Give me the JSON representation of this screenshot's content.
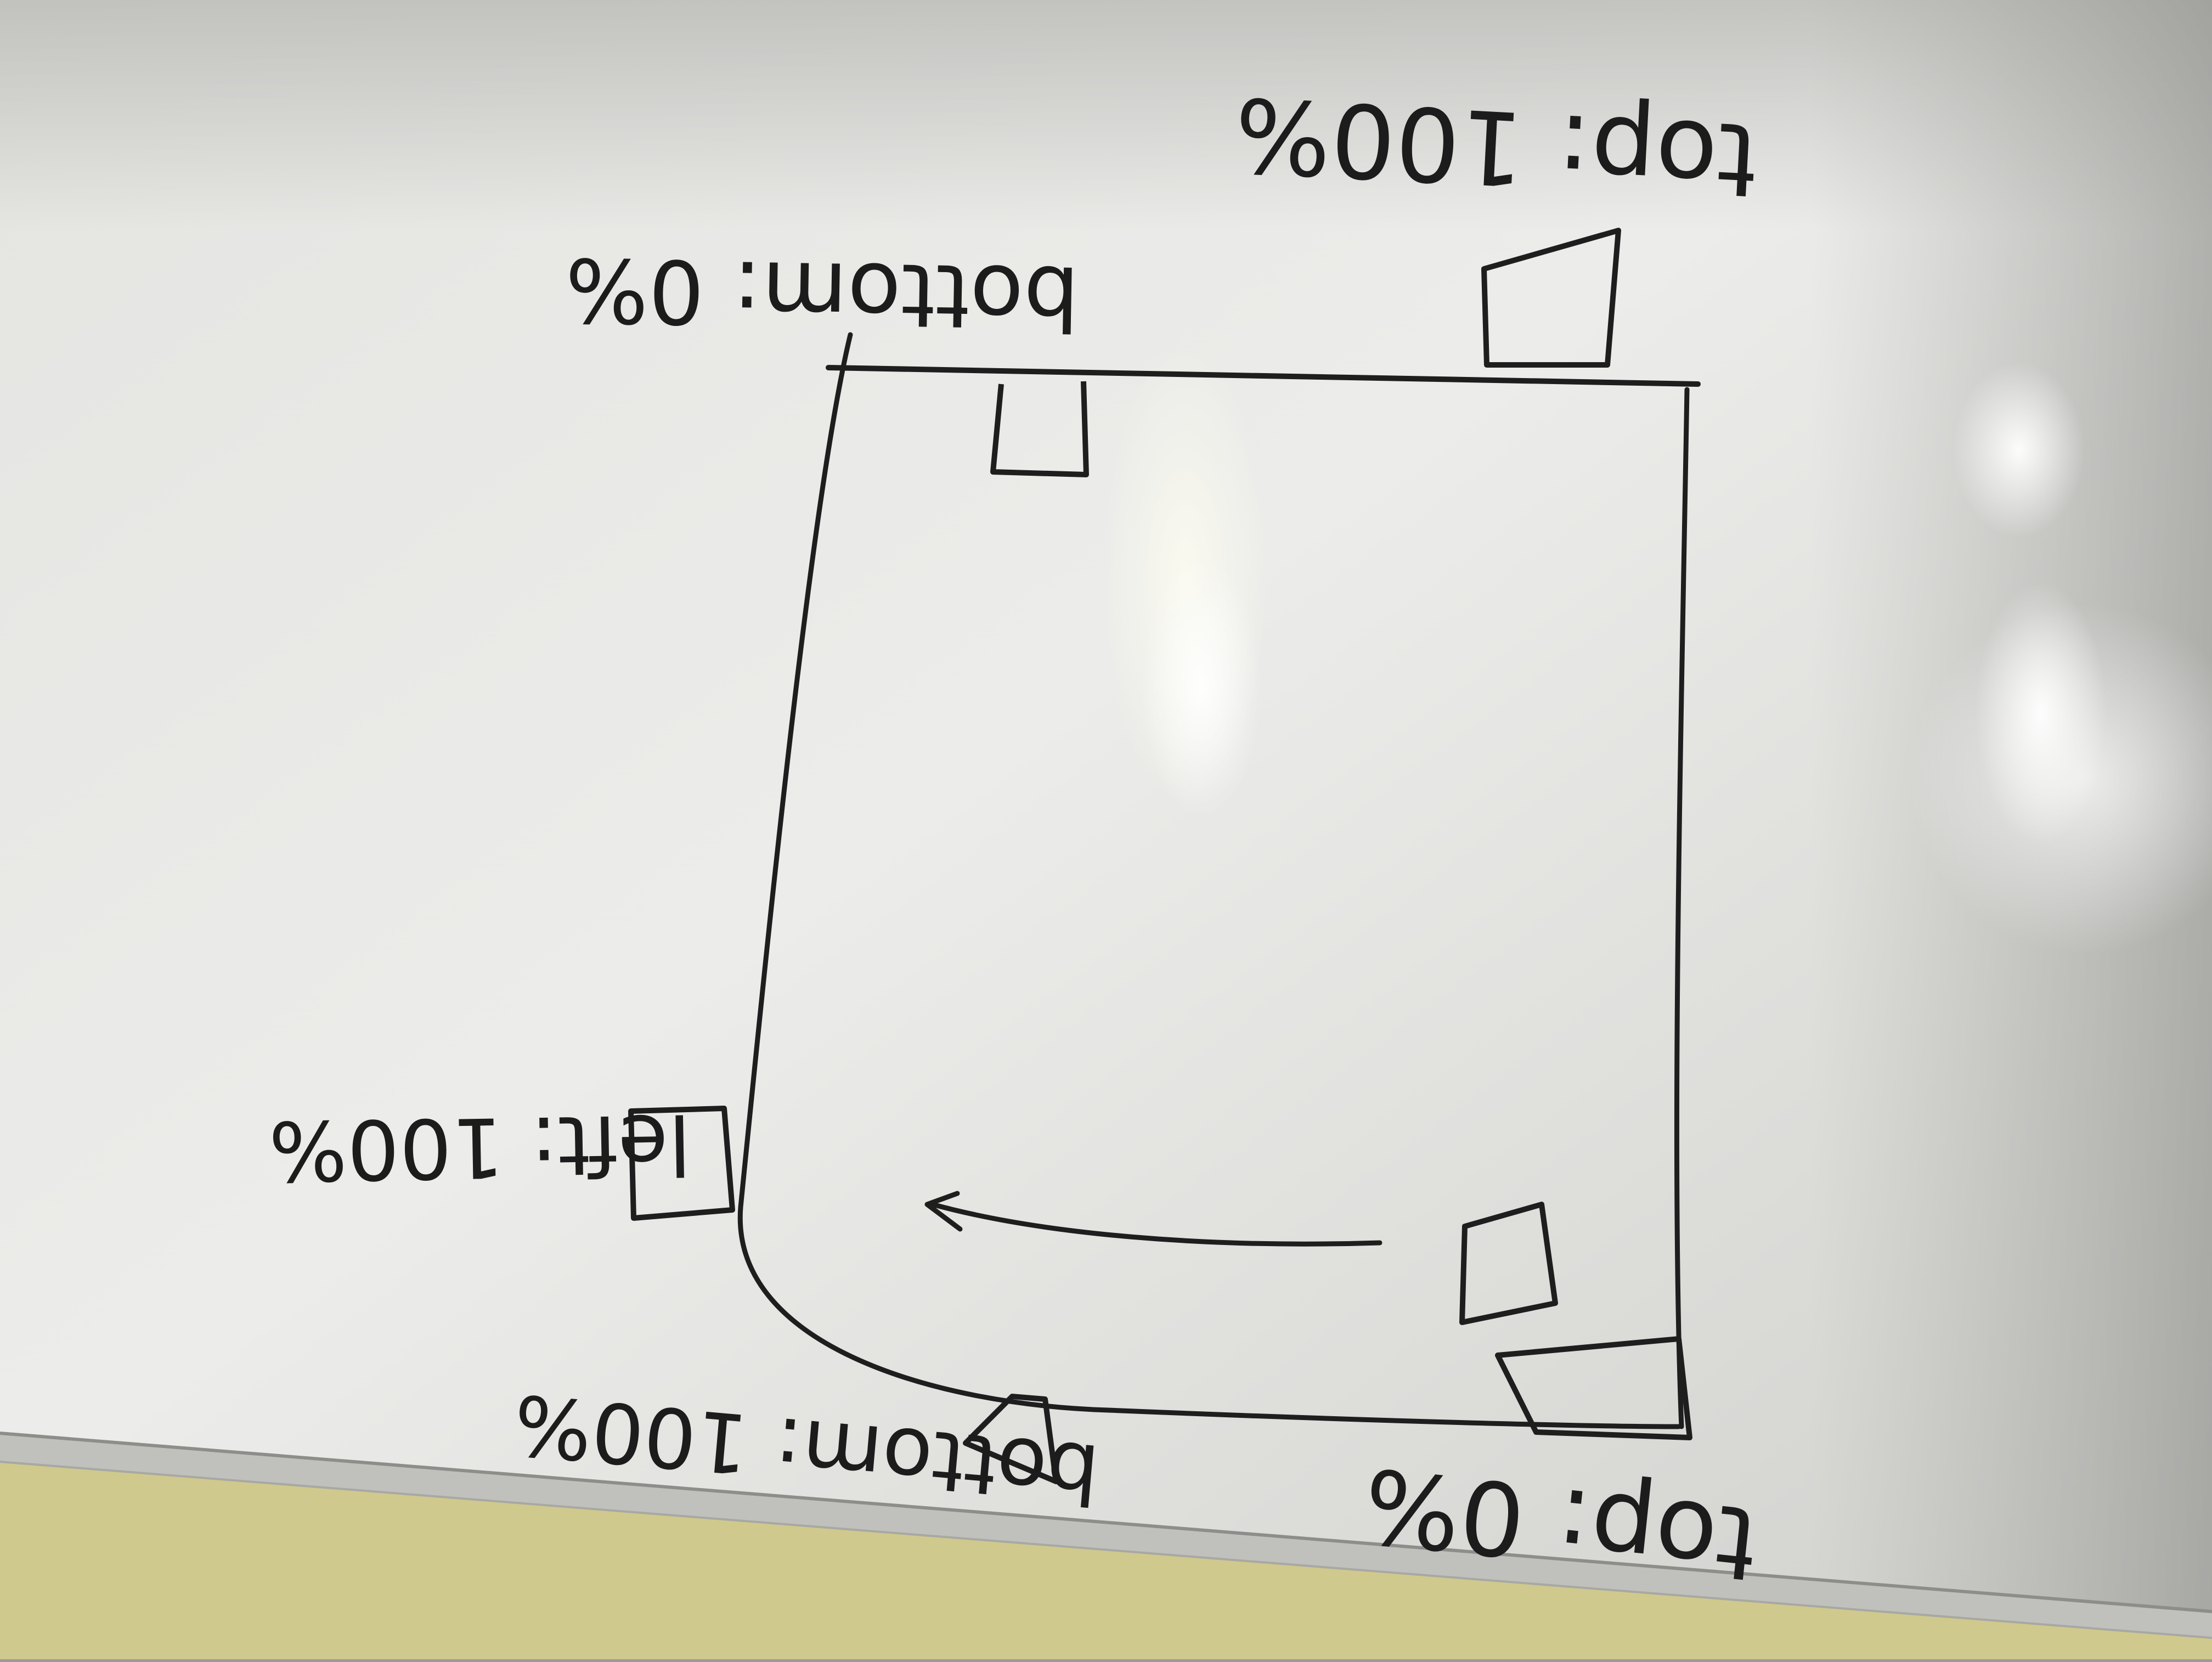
{
  "photo": {
    "subject": "whiteboard",
    "labels": {
      "top_100": "top: 100%",
      "bottom_0": "bottom: 0%",
      "left_100": "left: 100%",
      "bottom_100": "bottom: 100%",
      "top_0": "top: 0%"
    }
  }
}
